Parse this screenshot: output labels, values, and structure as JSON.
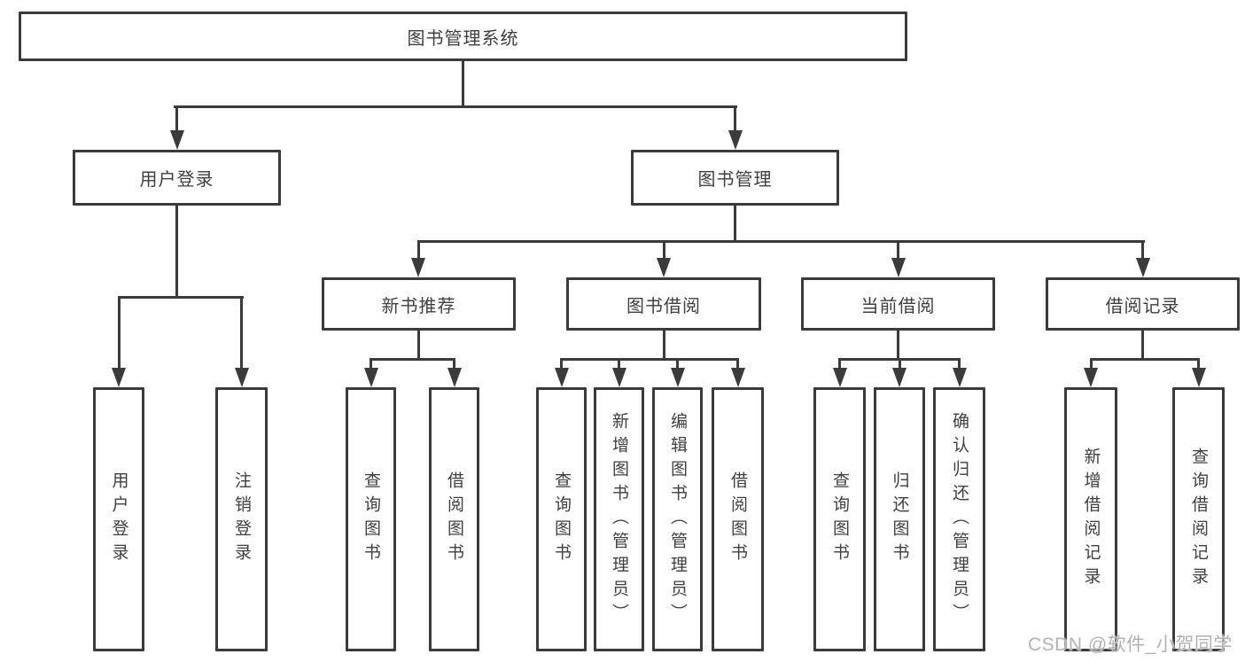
{
  "tree": {
    "label": "图书管理系统",
    "children": [
      {
        "label": "用户登录",
        "children": [
          {
            "label": "用户登录"
          },
          {
            "label": "注销登录"
          }
        ]
      },
      {
        "label": "图书管理",
        "children": [
          {
            "label": "新书推荐",
            "children": [
              {
                "label": "查询图书"
              },
              {
                "label": "借阅图书"
              }
            ]
          },
          {
            "label": "图书借阅",
            "children": [
              {
                "label": "查询图书"
              },
              {
                "label": "新增图书（管理员）"
              },
              {
                "label": "编辑图书（管理员）"
              },
              {
                "label": "借阅图书"
              }
            ]
          },
          {
            "label": "当前借阅",
            "children": [
              {
                "label": "查询图书"
              },
              {
                "label": "归还图书"
              },
              {
                "label": "确认归还（管理员）"
              }
            ]
          },
          {
            "label": "借阅记录",
            "children": [
              {
                "label": "新增借阅记录"
              },
              {
                "label": "查询借阅记录"
              }
            ]
          }
        ]
      }
    ]
  },
  "watermark": {
    "text": "CSDN @软件_小贺同学"
  },
  "colors": {
    "line": "#3b3b3b",
    "text": "#3f3f3f",
    "background": "#ffffff",
    "watermark": "#b2b2b2"
  }
}
